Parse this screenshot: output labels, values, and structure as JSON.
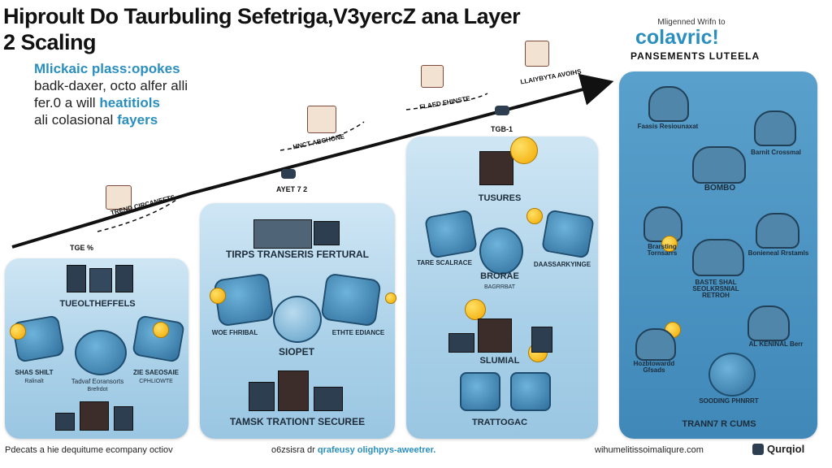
{
  "title": "Hiproult Do Taurbuling Sefetriga,V3yercZ ana Layer 2 Scaling",
  "intro": {
    "line1": "Mlickaic plass:opokes",
    "line2": "badk-daxer, octo alfer alli",
    "line3a": "fer.0 a will ",
    "line3b": "heatitiols",
    "line4a": "ali colasional ",
    "line4b": "fayers"
  },
  "top_right": {
    "small": "Mligenned Wrifn to",
    "big": "colavric!",
    "sub": "PANSEMENTS LUTEELA"
  },
  "arrow_labels": {
    "l1": "TGE %",
    "l2": "TREND CIRCANEFTS",
    "l3": "AYET 7 2",
    "l4": "HNCT ABCHONE",
    "l5": "TGB-1",
    "l6": "FLAED FHINSTE",
    "l7": "LLAIYBYTA AVOIHS"
  },
  "panel1": {
    "top": "TUEOLTHEFFELS",
    "left": "SHAS SHILT",
    "mid": "Tadvaf Eoransorts",
    "right": "ZIE SAEOSAIE",
    "sub_left": "Ralinalt",
    "sub_mid": "Brefrdot",
    "sub_right": "CPHLIOWTE"
  },
  "panel2": {
    "top": "TIRPS TRANSERIS FERTURAL",
    "left": "WOE FHRIBAL",
    "mid": "SIOPET",
    "right": "ETHTE EDIANCE",
    "bottom": "TAMSK TRATIONT SECUREE"
  },
  "panel3": {
    "top": "TUSURES",
    "left": "TARE SCALRACE",
    "mid": "BRORAE",
    "right": "DAASSARKYINGE",
    "sub_mid": "BAGRRBAT",
    "lower": "SLUMIAL",
    "bottom": "TRATTOGAC"
  },
  "panel4": {
    "r1_left": "Faasis Resiounaxat",
    "r1_right": "Barnit Crossmal",
    "r2_mid": "BOMBO",
    "r3_left": "Brarsting Tornsarrs",
    "r3_right": "Bonieneal Rrstamls",
    "r4_mid": "BASTE SHAL SEOLKRSNIAL RETROH",
    "r5_left": "Hozbtowardd Gfsads",
    "r5_right": "AL KENINAL Berr",
    "r6_mid": "SOODING PHNRRT",
    "bottom": "TRANN7 R CUMS"
  },
  "footer": {
    "left": "Pdecats a hie dequitume ecompany octiov",
    "mid_a": "o6zsisra dr ",
    "mid_b": "qrafeusy olighpys-aweetrer.",
    "right": "wihumelitissoimaliqure.com",
    "brand": "Qurqiol"
  },
  "colors": {
    "accent": "#2a8fbf",
    "panel": "#a9d0e8",
    "arrow": "#111111"
  }
}
